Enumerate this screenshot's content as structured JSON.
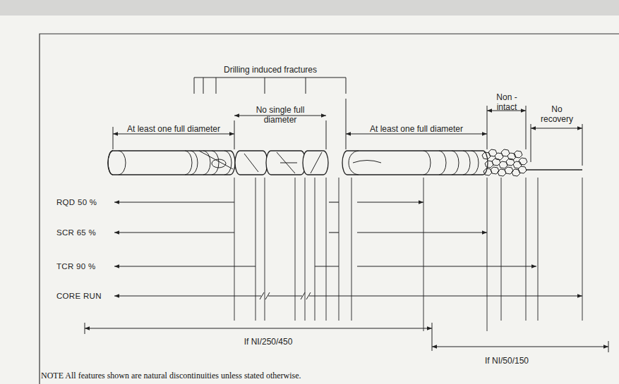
{
  "diagram": {
    "labels": [
      "Drilling induced fractures",
      "No single full diameter",
      "At least one full diameter",
      "At least one full diameter",
      "Non - intact",
      "No recovery",
      "RQD 50 %",
      "SCR 65 %",
      "TCR 90 %",
      "CORE RUN",
      "If NI/250/450",
      "If NI/50/150",
      "NOTE All features shown are natural discontinuities unless stated otherwise."
    ]
  }
}
